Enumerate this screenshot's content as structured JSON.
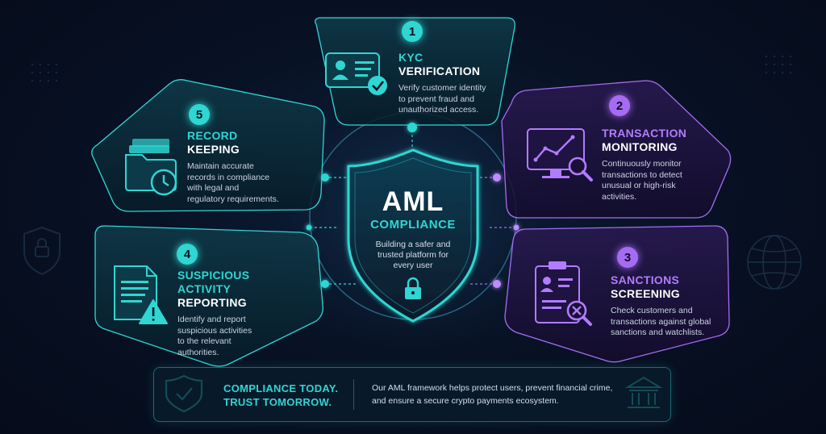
{
  "center": {
    "title": "AML",
    "subtitle": "COMPLIANCE",
    "tagline_lines": [
      "Building a safer and",
      "trusted platform for",
      "every user"
    ]
  },
  "steps": [
    {
      "number": "1",
      "title_line1": "KYC",
      "title_line2": "VERIFICATION",
      "desc_lines": [
        "Verify customer identity",
        "to prevent fraud and",
        "unauthorized access."
      ],
      "accent": "#2fd6d2",
      "icon": "id-card-check-icon"
    },
    {
      "number": "2",
      "title_line1": "TRANSACTION",
      "title_line2": "MONITORING",
      "desc_lines": [
        "Continuously monitor",
        "transactions to detect",
        "unusual or high-risk",
        "activities."
      ],
      "accent": "#a56cf3",
      "icon": "monitor-chart-search-icon"
    },
    {
      "number": "3",
      "title_line1": "SANCTIONS",
      "title_line2": "SCREENING",
      "desc_lines": [
        "Check customers and",
        "transactions against global",
        "sanctions and watchlists."
      ],
      "accent": "#a56cf3",
      "icon": "clipboard-search-icon"
    },
    {
      "number": "4",
      "title_line1": "SUSPICIOUS",
      "title_line1b": "ACTIVITY",
      "title_line2": "REPORTING",
      "desc_lines": [
        "Identify and report",
        "suspicious activities",
        "to the relevant",
        "authorities."
      ],
      "accent": "#2fd6d2",
      "icon": "document-warning-icon"
    },
    {
      "number": "5",
      "title_line1": "RECORD",
      "title_line2": "KEEPING",
      "desc_lines": [
        "Maintain accurate",
        "records in compliance",
        "with legal and",
        "regulatory requirements."
      ],
      "accent": "#2fd6d2",
      "icon": "folder-clock-icon"
    }
  ],
  "banner": {
    "left_lines": [
      "COMPLIANCE TODAY.",
      "TRUST TOMORROW."
    ],
    "right_lines": [
      "Our AML framework helps protect users, prevent financial crime,",
      "and ensure a secure crypto payments ecosystem."
    ]
  },
  "colors": {
    "teal": "#2fd6d2",
    "purple": "#a56cf3",
    "background": "#081225"
  }
}
